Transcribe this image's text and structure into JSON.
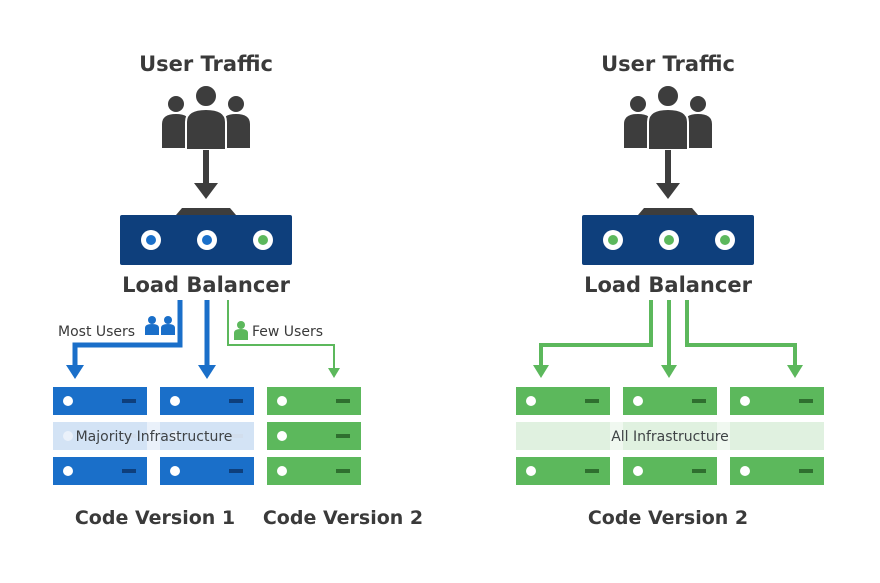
{
  "left": {
    "traffic_title": "User Traffic",
    "lb_label": "Load Balancer",
    "most_users": "Most Users",
    "few_users": "Few Users",
    "band_label": "Majority Infrastructure",
    "version_1": "Code Version 1",
    "version_2": "Code Version 2"
  },
  "right": {
    "traffic_title": "User Traffic",
    "lb_label": "Load Balancer",
    "band_label": "All Infrastructure",
    "version_label": "Code Version 2"
  },
  "colors": {
    "blue": "#1a6fc9",
    "dark_blue": "#0e3f7c",
    "green": "#5cb85c",
    "dark_gray": "#3d3d3d"
  }
}
